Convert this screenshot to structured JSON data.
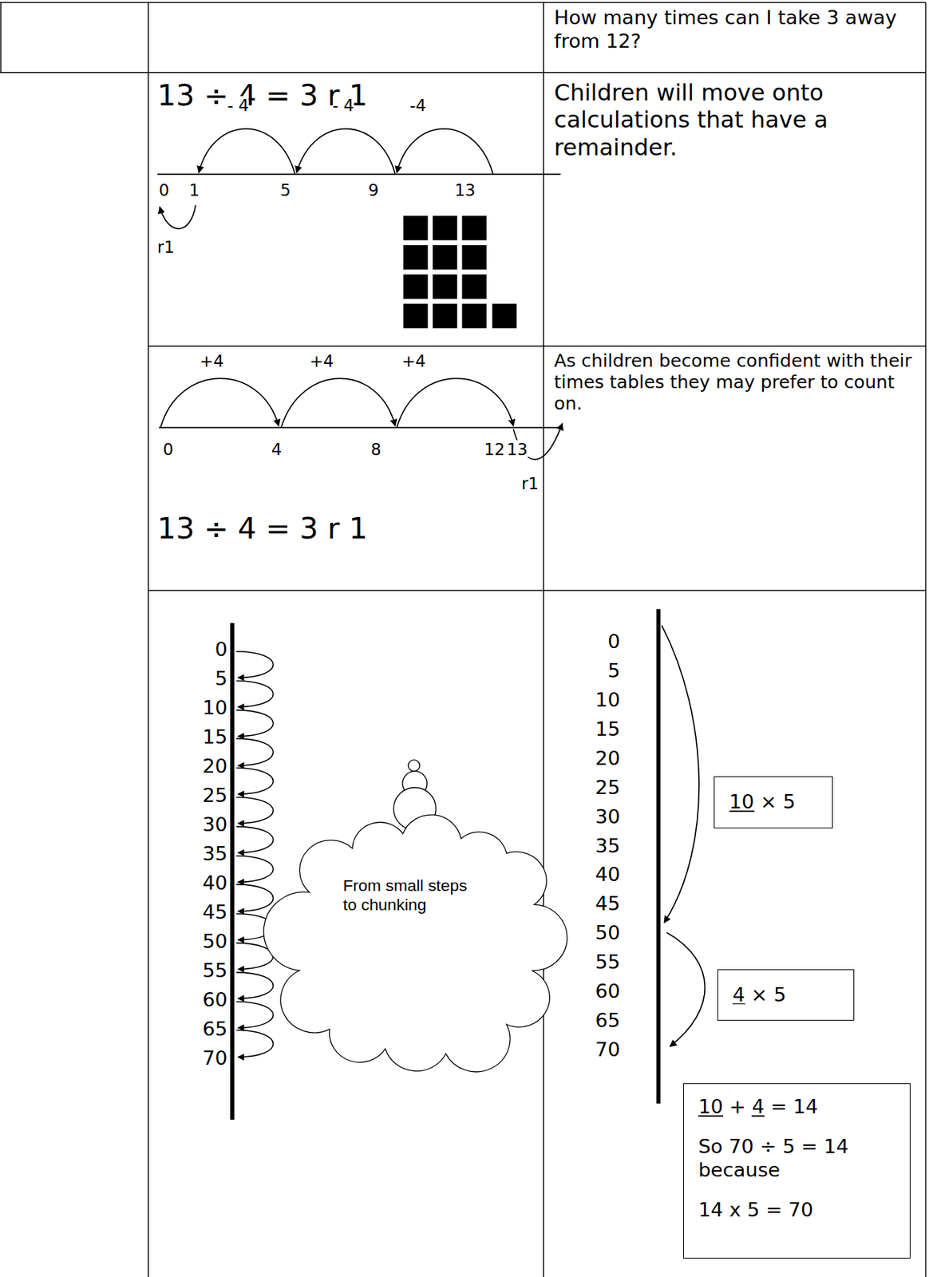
{
  "diagram": {
    "nodes": [
      {
        "text": [
          "From small steps to chunking"
        ]
      },
      {
        "text": [
          "10 × 5"
        ]
      },
      {
        "text": [
          "4 × 5"
        ]
      },
      {
        "text": [
          "10 + 4 = 14",
          "So 70 ÷ 5 = 14 because",
          "14 x 5 = 70"
        ]
      }
    ],
    "labels": [
      "How many times can I take 3 away from 12?",
      "13 ÷ 4 = 3 r 1",
      "- 4",
      "- 4",
      "-4",
      "0",
      "1",
      "5",
      "9",
      "13",
      "r1",
      "Children will move onto calculations that have a remainder.",
      "+4",
      "+4",
      "+4",
      "0",
      "4",
      "8",
      "12",
      "13",
      "r1",
      "13 ÷ 4 = 3 r 1",
      "As children become confident with their times tables they may prefer to count on.",
      "0",
      "5",
      "10",
      "15",
      "20",
      "25",
      "30",
      "35",
      "40",
      "45",
      "50",
      "55",
      "60",
      "65",
      "70",
      "0",
      "5",
      "10",
      "15",
      "20",
      "25",
      "30",
      "35",
      "40",
      "45",
      "50",
      "55",
      "60",
      "65",
      "70"
    ]
  }
}
